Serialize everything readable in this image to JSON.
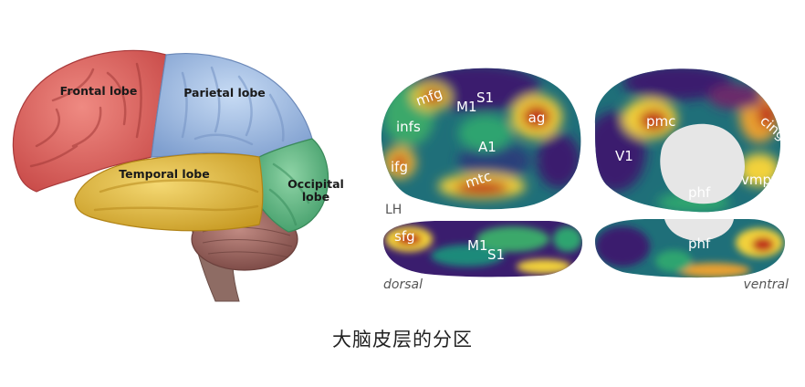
{
  "left_figure": {
    "lobes": {
      "frontal": "Frontal lobe",
      "parietal": "Parietal lobe",
      "temporal": "Temporal lobe",
      "occipital_line1": "Occipital",
      "occipital_line2": "lobe"
    },
    "colors": {
      "frontal": "#e06a64",
      "parietal": "#a9c4e8",
      "temporal": "#e8c452",
      "occipital": "#6fbf8a",
      "cerebellum": "#a2706a",
      "brainstem": "#9a7a70"
    }
  },
  "right_figure": {
    "lateral": {
      "labels": [
        "infs",
        "mfg",
        "M1",
        "S1",
        "ag",
        "A1",
        "ifg",
        "mtc"
      ],
      "hemisphere": "LH"
    },
    "medial": {
      "labels": [
        "pmc",
        "cing",
        "V1",
        "vmpfc",
        "phf"
      ]
    },
    "dorsal": {
      "labels": [
        "sfg",
        "M1",
        "S1"
      ],
      "view": "dorsal"
    },
    "ventral": {
      "labels": [
        "phf"
      ],
      "view": "ventral"
    },
    "colors": {
      "low": "#3a1d6e",
      "mid": "#1f8a7a",
      "high": "#f2d13a",
      "peak": "#c0301a",
      "medial_wall": "#e6e6e6"
    }
  },
  "caption": "大脑皮层的分区"
}
